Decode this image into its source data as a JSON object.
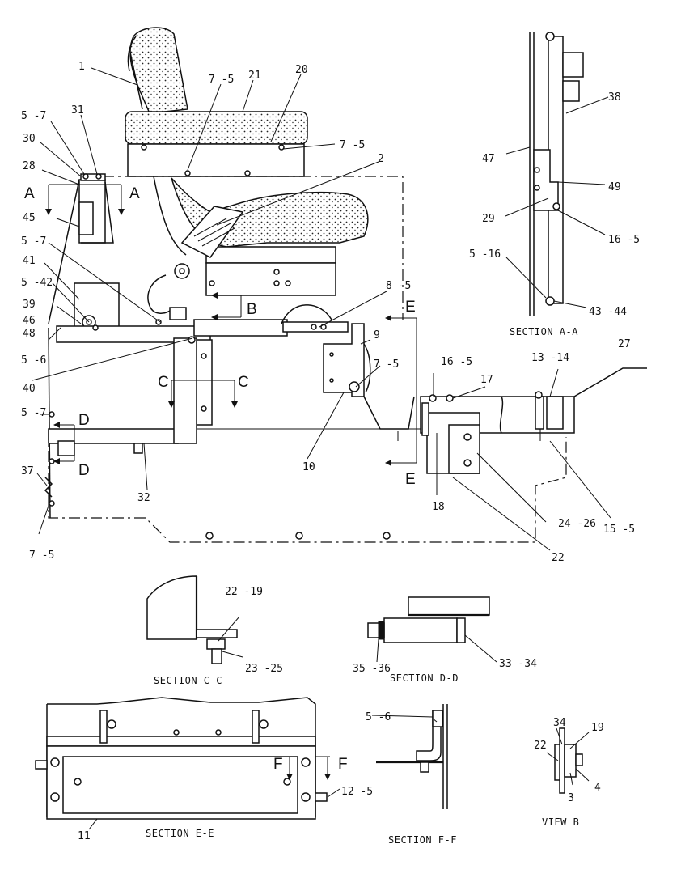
{
  "callouts": {
    "c1": "1",
    "c7_5_top": "7 -5",
    "c21": "21",
    "c20": "20",
    "c5_7_a": "5 -7",
    "c31": "31",
    "c30": "30",
    "c7_5_right": "7 -5",
    "c28": "28",
    "c2": "2",
    "c45": "45",
    "c5_7_b": "5 -7",
    "c41": "41",
    "c5_42": "5 -42",
    "c39": "39",
    "c46": "46",
    "c48": "48",
    "c5_6": "5 -6",
    "c40": "40",
    "c8_5": "8 -5",
    "c9": "9",
    "c7_5_mid": "7 -5",
    "c16_5": "16 -5",
    "c17": "17",
    "c13_14": "13 -14",
    "c27": "27",
    "c5_7_c": "5 -7",
    "c10": "10",
    "c18": "18",
    "c37": "37",
    "c32": "32",
    "c24_26": "24 -26",
    "c15_5": "15 -5",
    "c22_main": "22",
    "c7_5_bottom": "7 -5",
    "c38": "38",
    "c47": "47",
    "c49": "49",
    "c29": "29",
    "c16_5_sa": "16 -5",
    "c5_16": "5 -16",
    "c43_44": "43 -44",
    "c22_19": "22 -19",
    "c23_25": "23 -25",
    "c35_36": "35 -36",
    "c33_34": "33 -34",
    "c5_6_ff": "5 -6",
    "c34": "34",
    "c19": "19",
    "c22_vb": "22",
    "c4": "4",
    "c3": "3",
    "c12_5": "12 -5",
    "c11": "11"
  },
  "section_letters": {
    "a_left": "A",
    "a_right": "A",
    "b": "B",
    "c_left": "C",
    "c_right": "C",
    "d_top": "D",
    "d_bottom": "D",
    "e_top": "E",
    "e_bottom": "E",
    "f_left": "F",
    "f_right": "F"
  },
  "captions": {
    "section_a_a": "SECTION A-A",
    "section_c_c": "SECTION C-C",
    "section_d_d": "SECTION D-D",
    "section_e_e": "SECTION E-E",
    "section_f_f": "SECTION F-F",
    "view_b": "VIEW B"
  }
}
